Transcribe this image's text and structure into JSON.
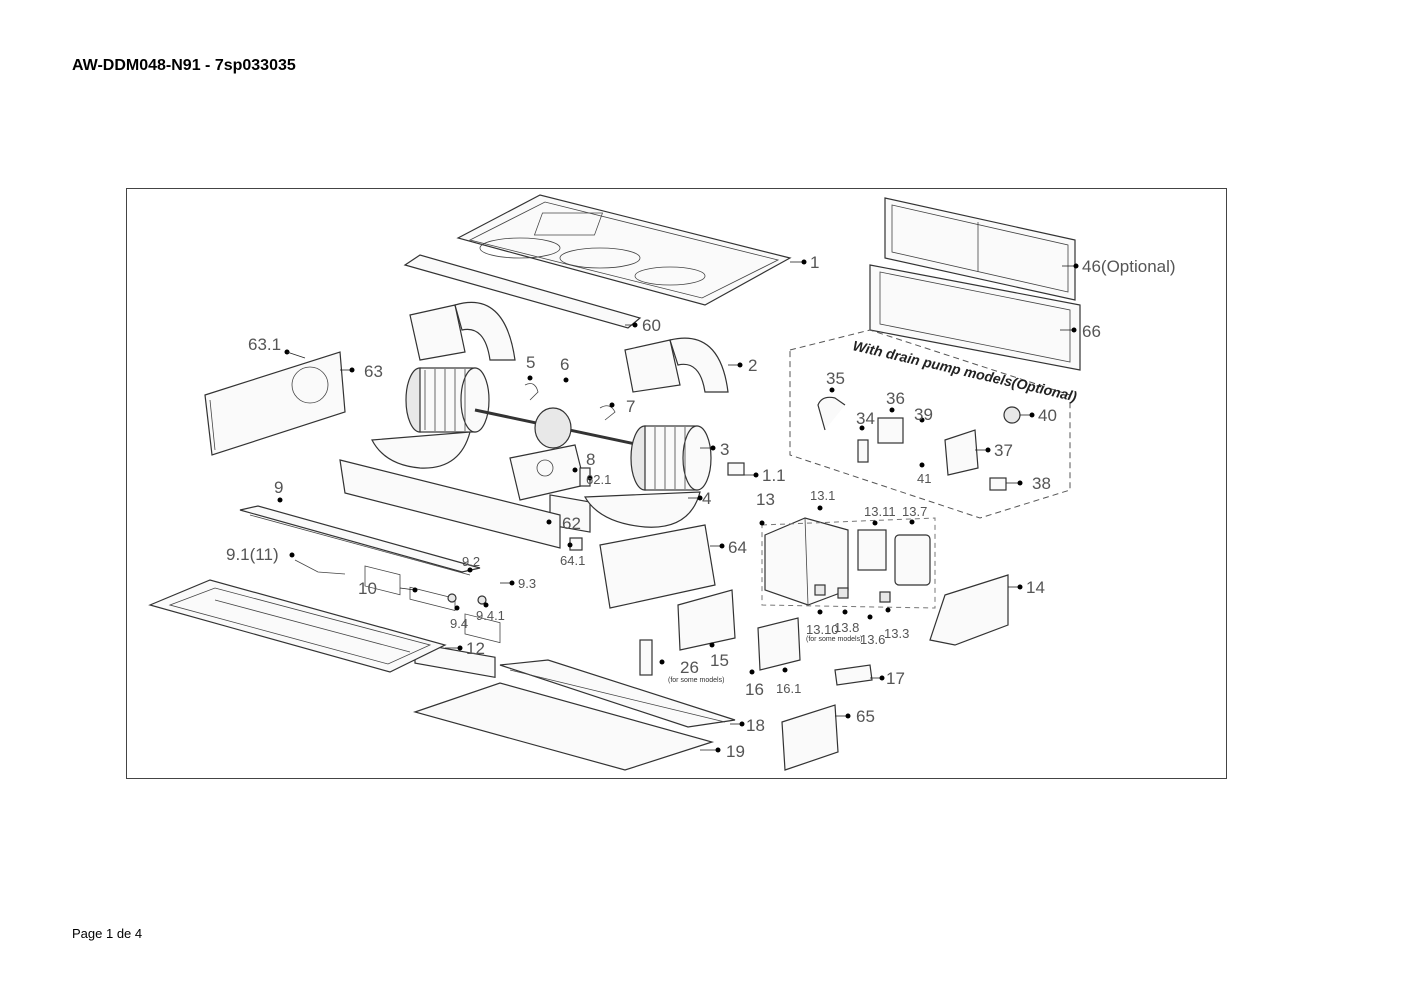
{
  "document": {
    "title": "AW-DDM048-N91 - 7sp033035",
    "footer": "Page 1 de 4"
  },
  "diagram": {
    "group_heading": "With drain pump models(Optional)",
    "notes": {
      "for_some_models_a": "(for some models)",
      "for_some_models_b": "(for some models)"
    },
    "labels": {
      "l1": "1",
      "l46": "46(Optional)",
      "l66": "66",
      "l63_1": "63.1",
      "l63": "63",
      "l60": "60",
      "l2": "2",
      "l5": "5",
      "l6": "6",
      "l7": "7",
      "l35": "35",
      "l36": "36",
      "l34": "34",
      "l39": "39",
      "l40": "40",
      "l37": "37",
      "l41": "41",
      "l38": "38",
      "l3": "3",
      "l8": "8",
      "l62_1": "62.1",
      "l1_1": "1.1",
      "l4": "4",
      "l9": "9",
      "l62": "62",
      "l13": "13",
      "l13_1": "13.1",
      "l13_11": "13.11",
      "l13_7": "13.7",
      "l9_1_11": "9.1(11)",
      "l9_2": "9.2",
      "l64_1": "64.1",
      "l64": "64",
      "l10": "10",
      "l9_3": "9.3",
      "l9_4": "9.4",
      "l9_4_1": "9.4.1",
      "l14": "14",
      "l13_10": "13.10",
      "l13_8": "13.8",
      "l13_6": "13.6",
      "l13_3": "13.3",
      "l12": "12",
      "l15": "15",
      "l26": "26",
      "l16": "16",
      "l16_1": "16.1",
      "l17": "17",
      "l18": "18",
      "l65": "65",
      "l19": "19"
    }
  }
}
